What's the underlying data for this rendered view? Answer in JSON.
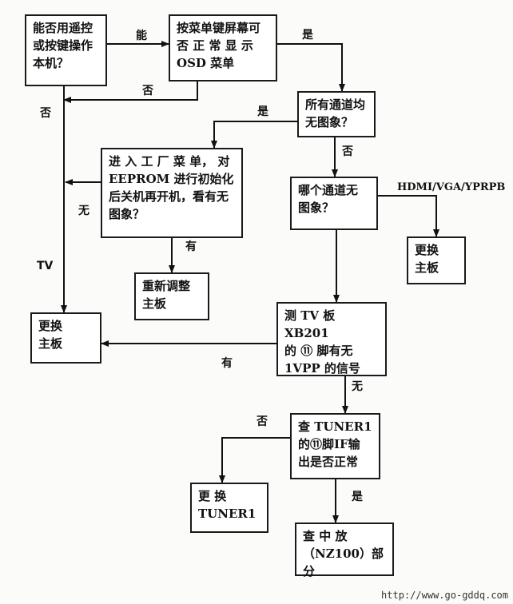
{
  "boxes": {
    "remote_check": "能否用遥控\n或按键操作\n本机？",
    "osd_check": "按菜单键屏幕可\n否 正 常 显 示\nOSD 菜单",
    "all_channels": "所有通道均\n无图象？",
    "factory_menu": "进 入 工 厂 菜 单， 对\nEEPROM 进行初始化\n后关机再开机，看有无\n图象？",
    "which_channel": "哪个通道无\n图象？",
    "replace_board_right": "更换\n主板",
    "readjust_board": "重新调整\n主板",
    "replace_board_left": "更换\n主板",
    "test_xb201": "测 TV 板 XB201\n的  ⑪  脚有无\n1VPP  的信号",
    "check_tuner": "查  TUNER1\n的⑪脚IF输\n出是否正常",
    "replace_tuner": "更        换\nTUNER1",
    "check_if_amp": "查     中     放\n（NZ100）部分"
  },
  "labels": {
    "can": "能",
    "yes_osd": "是",
    "no_osd": "否",
    "no_remote": "否",
    "yes_all": "是",
    "no_all": "否",
    "hdmi": "HDMI/VGA/YPRPB",
    "none_factory": "无",
    "tv": "TV",
    "has_factory": "有",
    "has_xb201": "有",
    "none_xb201": "无",
    "no_tuner": "否",
    "yes_tuner": "是"
  },
  "watermark": "http://www.go-gddq.com"
}
